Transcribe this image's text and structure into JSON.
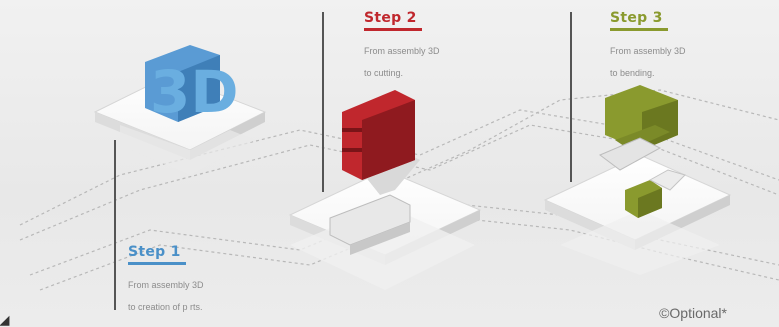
{
  "steps": [
    {
      "title": "Step 1",
      "line1": "From assembly 3D",
      "line2": "to creation of p rts.",
      "color": "#4a90c8"
    },
    {
      "title": "Step 2",
      "line1": "From assembly 3D",
      "line2": "to cutting.",
      "color": "#c0272d"
    },
    {
      "title": "Step 3",
      "line1": "From assembly 3D",
      "line2": "to bending.",
      "color": "#8a9a2e"
    }
  ],
  "icon_3d_text": "3D",
  "optional_note": "©Optional*",
  "colors": {
    "blue": "#4a90c8",
    "red": "#c0272d",
    "olive": "#8a9a2e"
  }
}
